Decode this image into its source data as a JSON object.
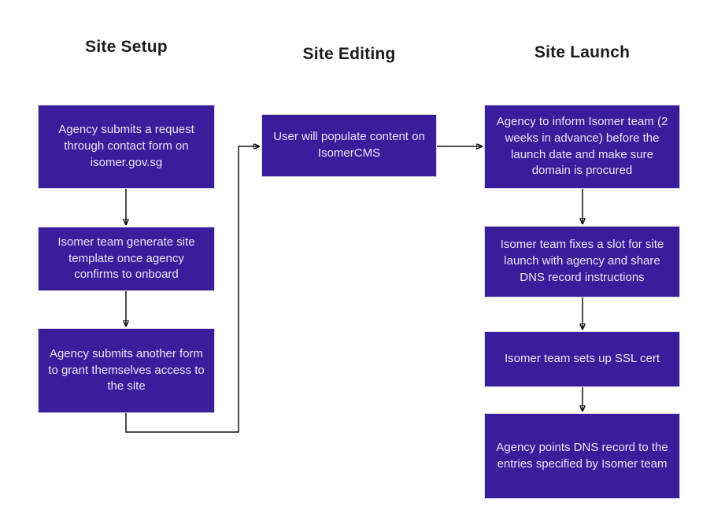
{
  "diagram": {
    "columns": [
      {
        "title": "Site Setup",
        "nodes": [
          {
            "label": "Agency submits a request through contact form on isomer.gov.sg"
          },
          {
            "label": "Isomer team generate site template once agency confirms to onboard"
          },
          {
            "label": "Agency submits another form to grant themselves access to the site"
          }
        ]
      },
      {
        "title": "Site Editing",
        "nodes": [
          {
            "label": "User will populate content on IsomerCMS"
          }
        ]
      },
      {
        "title": "Site Launch",
        "nodes": [
          {
            "label": "Agency to inform Isomer team (2 weeks in advance) before the launch date and make sure domain is procured"
          },
          {
            "label": "Isomer team fixes a slot for site launch with agency and share DNS record instructions"
          },
          {
            "label": "Isomer team sets up SSL cert"
          },
          {
            "label": "Agency points DNS record to the entries specified by Isomer team"
          }
        ]
      }
    ],
    "colors": {
      "node_fill": "#3A1D9B",
      "node_text": "#E9E3F6",
      "title_text": "#1C1C1C",
      "connector": "#111111",
      "background": "#FFFFFF"
    }
  }
}
